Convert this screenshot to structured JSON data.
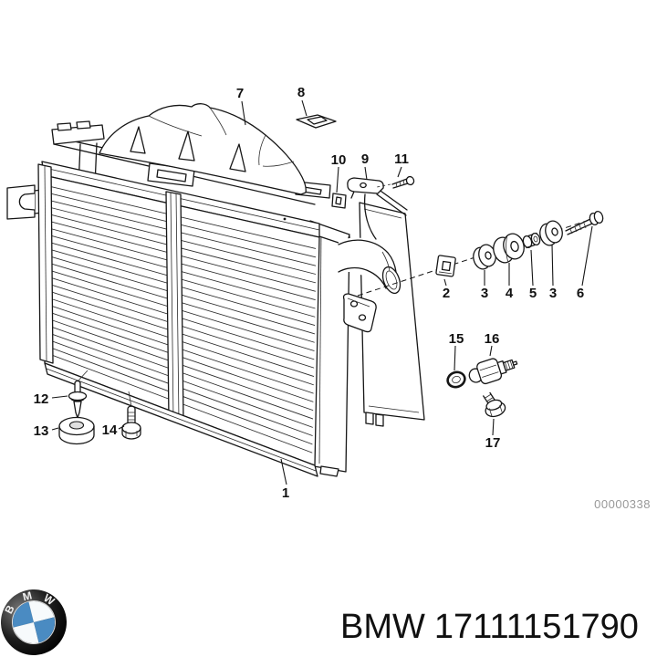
{
  "diagram": {
    "watermark": "00000338",
    "callouts": {
      "c1": "1",
      "c2": "2",
      "c3a": "3",
      "c3b": "3",
      "c4": "4",
      "c5": "5",
      "c6": "6",
      "c7": "7",
      "c8": "8",
      "c9": "9",
      "c10": "10",
      "c11": "11",
      "c12": "12",
      "c13": "13",
      "c14": "14",
      "c15": "15",
      "c16": "16",
      "c17": "17"
    }
  },
  "footer": {
    "brand": "BMW",
    "part_number": "17111151790",
    "logo": {
      "b": "B",
      "m": "M",
      "w": "W"
    },
    "colors": {
      "roundel_blue": "#4a8bc2",
      "line": "#161616",
      "watermark_gray": "#989898"
    }
  }
}
